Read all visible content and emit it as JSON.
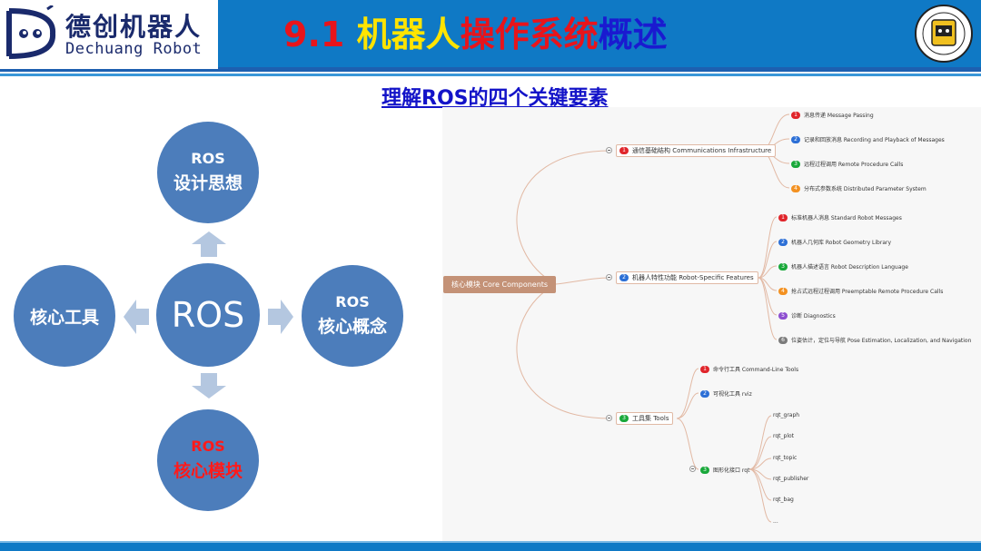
{
  "header": {
    "logo_cn": "德创机器人",
    "logo_en": "Dechuang Robot",
    "title_num": "9.1",
    "title_part1": "机器人",
    "title_part2": "操作系统",
    "title_part3": "概述",
    "colors": {
      "band": "#0f79c5",
      "num": "#e8141b",
      "part1": "#ffe400",
      "part2": "#e8141b",
      "part3": "#1a1ad0"
    }
  },
  "subtitle": "理解ROS的四个关键要素",
  "diagram": {
    "top": {
      "line1": "ROS",
      "line2": "设计思想"
    },
    "left": {
      "label": "核心工具"
    },
    "center": {
      "label": "ROS"
    },
    "right": {
      "line1": "ROS",
      "line2": "核心概念"
    },
    "bottom": {
      "line1": "ROS",
      "line2": "核心模块"
    }
  },
  "mindmap": {
    "root": "核心模块 Core Components",
    "branches": [
      {
        "num": "1",
        "label": "通信基础结构 Communications Infrastructure",
        "children": [
          {
            "num": "1",
            "label": "消息传递 Message Passing"
          },
          {
            "num": "2",
            "label": "记录和回放消息 Recording and Playback of Messages"
          },
          {
            "num": "3",
            "label": "远程过程调用 Remote Procedure Calls"
          },
          {
            "num": "4",
            "label": "分布式参数系统 Distributed Parameter System"
          }
        ]
      },
      {
        "num": "2",
        "label": "机器人特性功能 Robot-Specific Features",
        "children": [
          {
            "num": "1",
            "label": "标准机器人消息 Standard Robot Messages"
          },
          {
            "num": "2",
            "label": "机器人几何库 Robot Geometry Library"
          },
          {
            "num": "3",
            "label": "机器人描述语言 Robot Description Language"
          },
          {
            "num": "4",
            "label": "抢占式远程过程调用 Preemptable Remote Procedure Calls"
          },
          {
            "num": "5",
            "label": "诊断 Diagnostics"
          },
          {
            "num": "6",
            "label": "位姿估计，定位与导航 Pose Estimation, Localization, and Navigation"
          }
        ]
      },
      {
        "num": "3",
        "label": "工具集 Tools",
        "children": [
          {
            "num": "1",
            "label": "命令行工具 Command-Line Tools"
          },
          {
            "num": "2",
            "label": "可视化工具 rviz"
          },
          {
            "num": "3",
            "label": "图形化接口 rqt"
          }
        ],
        "rqt_children": [
          "rqt_graph",
          "rqt_plot",
          "rqt_topic",
          "rqt_publisher",
          "rqt_bag",
          "..."
        ]
      }
    ]
  }
}
